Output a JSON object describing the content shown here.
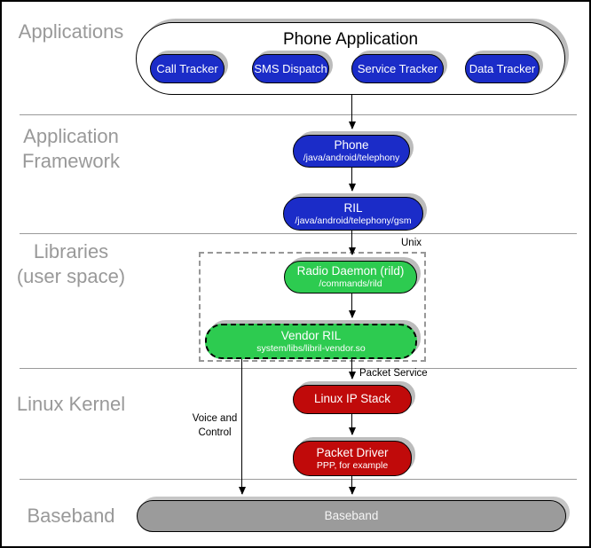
{
  "sections": {
    "applications": {
      "label": "Applications"
    },
    "framework": {
      "line1": "Application",
      "line2": "Framework"
    },
    "libraries": {
      "line1": "Libraries",
      "line2": "(user space)"
    },
    "kernel": {
      "label": "Linux Kernel"
    },
    "baseband": {
      "label": "Baseband"
    }
  },
  "phone_application": {
    "title": "Phone Application",
    "apps": [
      {
        "label": "Call Tracker"
      },
      {
        "label": "SMS Dispatch"
      },
      {
        "label": "Service Tracker"
      },
      {
        "label": "Data Tracker"
      }
    ]
  },
  "nodes": {
    "phone": {
      "title": "Phone",
      "subtitle": "/java/android/telephony"
    },
    "ril": {
      "title": "RIL",
      "subtitle": "/java/android/telephony/gsm"
    },
    "rild": {
      "title": "Radio Daemon (rild)",
      "subtitle": "/commands/rild"
    },
    "vendor_ril": {
      "title": "Vendor RIL",
      "subtitle": "system/libs/libril-vendor.so"
    },
    "ip_stack": {
      "title": "Linux IP Stack"
    },
    "packet_driver": {
      "title": "Packet Driver",
      "subtitle": "PPP, for example"
    },
    "baseband_bar": {
      "title": "Baseband"
    }
  },
  "annotations": {
    "unix": "Unix",
    "packet_service": "Packet Service",
    "voice_control_line1": "Voice and",
    "voice_control_line2": "Control"
  },
  "colors": {
    "blue": "#1b2cc8",
    "green": "#2dcb50",
    "red": "#c00a0a",
    "baseband_gray": "#9b9b9b",
    "section_label_gray": "#999999",
    "shadow_gray": "#bcbcbc"
  }
}
